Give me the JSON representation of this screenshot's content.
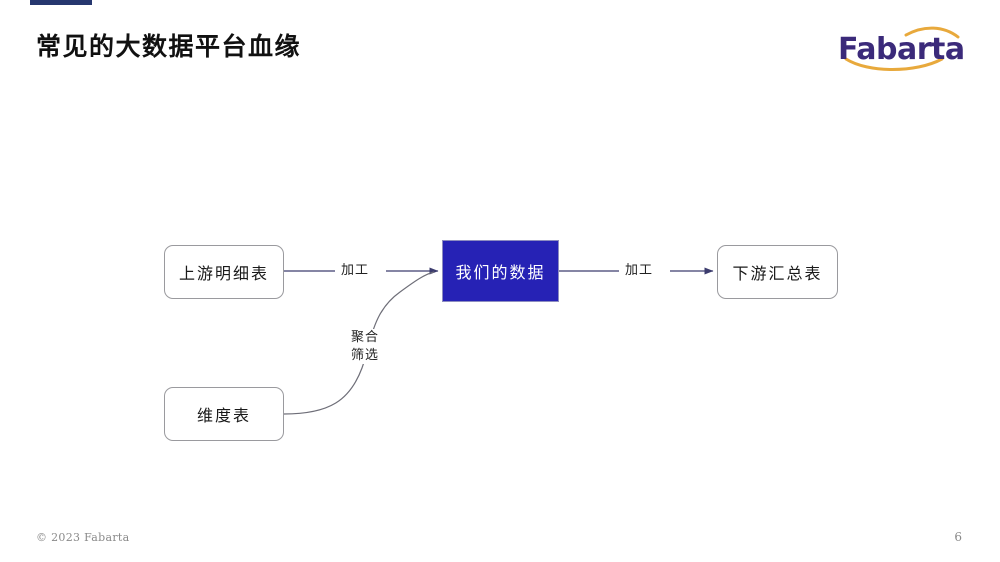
{
  "slide": {
    "title": "常见的大数据平台血缘",
    "accent_color": "#26376f",
    "background": "#ffffff"
  },
  "logo": {
    "wordmark": "Fabarta",
    "text_color": "#3b2a7a",
    "swoosh_color": "#e8a93c"
  },
  "diagram": {
    "type": "lineage-flow",
    "nodes": [
      {
        "id": "upstream",
        "label": "上游明细表",
        "style": "plain",
        "fill": "#ffffff",
        "text_color": "#1a1a1a"
      },
      {
        "id": "dimension",
        "label": "维度表",
        "style": "plain",
        "fill": "#ffffff",
        "text_color": "#1a1a1a"
      },
      {
        "id": "ourdata",
        "label": "我们的数据",
        "style": "highlight",
        "fill": "#2622b5",
        "text_color": "#ffffff"
      },
      {
        "id": "downstream",
        "label": "下游汇总表",
        "style": "plain",
        "fill": "#ffffff",
        "text_color": "#1a1a1a"
      }
    ],
    "edges": [
      {
        "id": "edge-upstream-ourdata",
        "from": "upstream",
        "to": "ourdata",
        "label": "加工"
      },
      {
        "id": "edge-ourdata-downstream",
        "from": "ourdata",
        "to": "downstream",
        "label": "加工"
      },
      {
        "id": "edge-dimension-ourdata",
        "from": "dimension",
        "to": "ourdata",
        "label": "聚合\n筛选"
      }
    ],
    "edge_color": "#3c3c6e"
  },
  "footer": {
    "copyright": "© 2023 Fabarta",
    "page_number": "6"
  }
}
